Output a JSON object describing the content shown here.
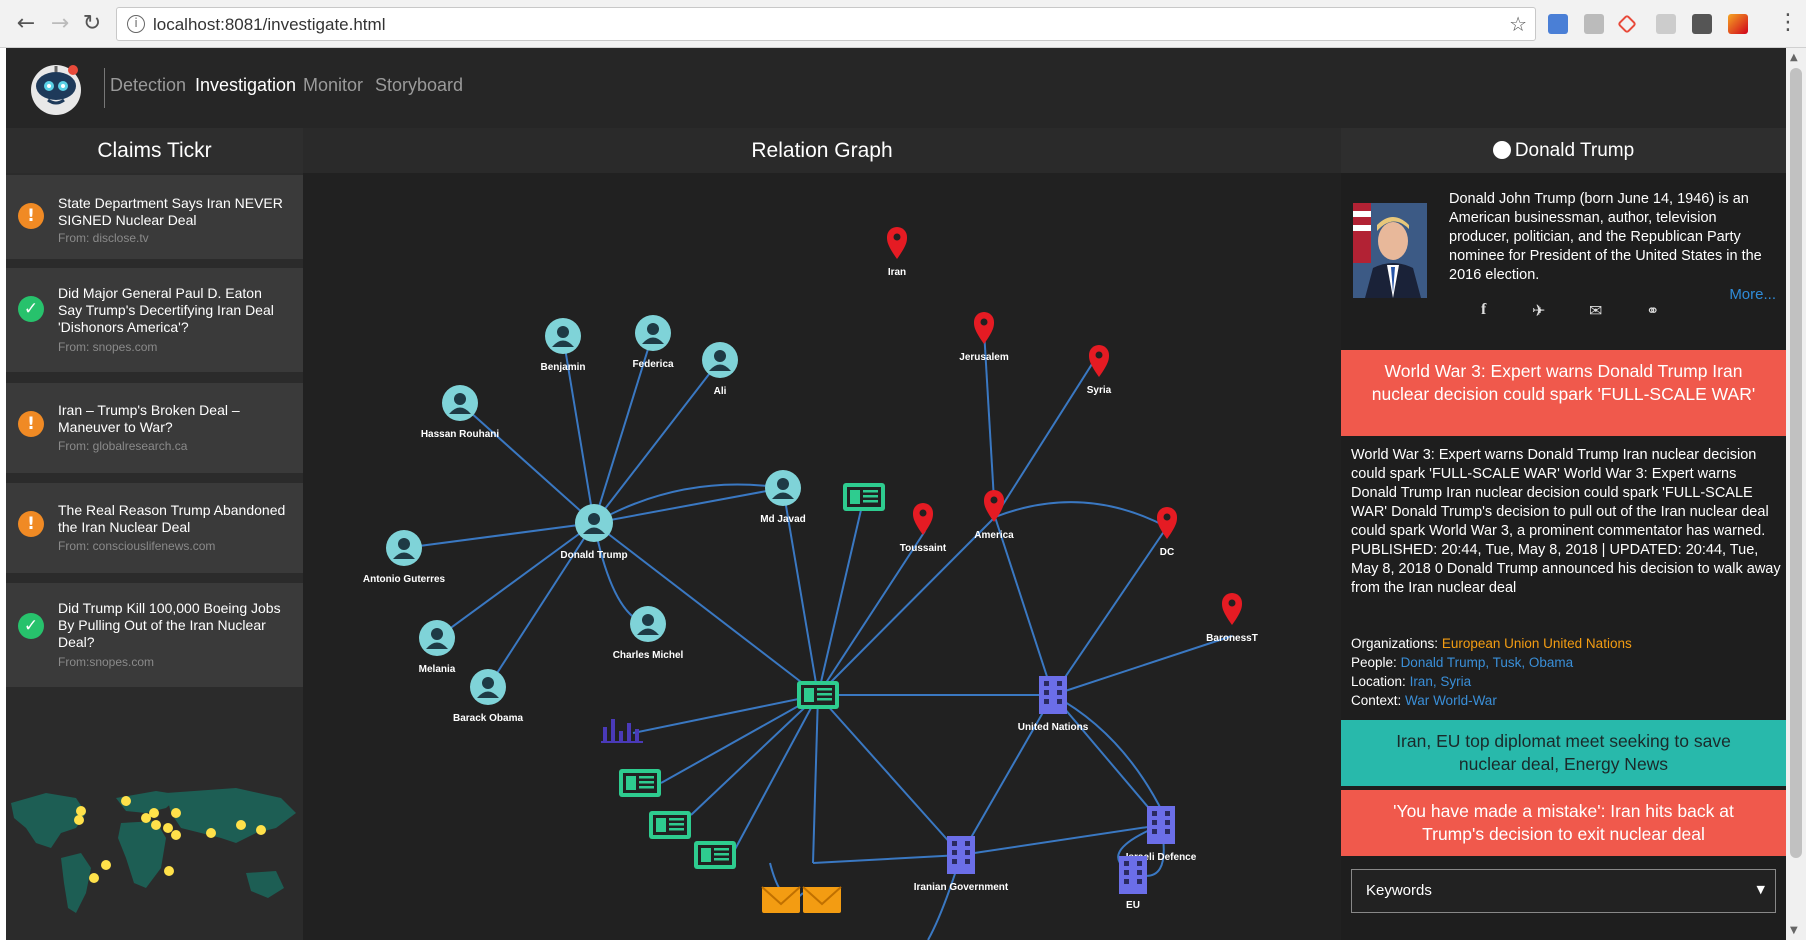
{
  "browser": {
    "url": "localhost:8081/investigate.html",
    "back_icon": "back-arrow-icon",
    "forward_icon": "forward-arrow-icon",
    "reload_icon": "reload-icon",
    "bookmark_icon": "star-icon"
  },
  "nav": {
    "items": [
      {
        "label": "Detection",
        "active": false
      },
      {
        "label": "Investigation",
        "active": true
      },
      {
        "label": "Monitor",
        "active": false
      },
      {
        "label": "Storyboard",
        "active": false
      }
    ]
  },
  "claims": {
    "title": "Claims Tickr",
    "items": [
      {
        "title": "State Department Says Iran NEVER SIGNED Nuclear Deal",
        "source": "From: disclose.tv",
        "status": "warning"
      },
      {
        "title": "Did Major General Paul D. Eaton Say Trump's Decertifying Iran Deal 'Dishonors America'?",
        "source": "From: snopes.com",
        "status": "verified"
      },
      {
        "title": "Iran – Trump's Broken Deal – Maneuver to War?",
        "source": "From: globalresearch.ca",
        "status": "warning"
      },
      {
        "title": "The Real Reason Trump Abandoned the Iran Nuclear Deal",
        "source": "From: consciouslifenews.com",
        "status": "warning"
      },
      {
        "title": "Did Trump Kill 100,000 Boeing Jobs By Pulling Out of the Iran Nuclear Deal?",
        "source": "From:snopes.com",
        "status": "verified"
      }
    ]
  },
  "graph": {
    "title": "Relation Graph",
    "people": [
      "Benjamin",
      "Federica",
      "Ali",
      "Hassan Rouhani",
      "Md Javad",
      "Donald Trump",
      "Antonio Guterres",
      "Charles Michel",
      "Melania",
      "Barack Obama"
    ],
    "locations": [
      "Iran",
      "Jerusalem",
      "Syria",
      "Toussaint",
      "America",
      "DC",
      "BaronessT"
    ],
    "organizations": [
      "United Nations",
      "Iranian Government",
      "Israeli Defence",
      "EU"
    ]
  },
  "profile": {
    "name": "Donald Trump",
    "bio": "Donald John Trump (born June 14, 1946) is an American businessman, author, television producer, politician, and the Republican Party nominee for President of the United States in the 2016 election.",
    "more": "More...",
    "social_icons": [
      "facebook-icon",
      "twitter-icon",
      "mail-icon",
      "link-icon"
    ]
  },
  "articles": {
    "headline_1": "World War 3: Expert warns Donald Trump Iran nuclear decision could spark 'FULL-SCALE WAR'",
    "body_1": "World War 3: Expert warns Donald Trump Iran nuclear decision could spark 'FULL-SCALE WAR' World War 3: Expert warns Donald Trump Iran nuclear decision could spark 'FULL-SCALE WAR' Donald Trump's decision to pull out of the Iran nuclear deal could spark World War 3, a prominent commentator has warned. PUBLISHED: 20:44, Tue, May 8, 2018 | UPDATED: 20:44, Tue, May 8, 2018 0 Donald Trump announced his decision to walk away from the Iran nuclear deal",
    "headline_2": "Iran, EU top diplomat meet seeking to save nuclear deal, Energy News",
    "headline_3": "'You have made a mistake': Iran hits back at Trump's decision to exit nuclear deal"
  },
  "entities": {
    "organizations_label": "Organizations:",
    "organizations": [
      "European Union",
      "United Nations"
    ],
    "people_label": "People:",
    "people": "Donald Trump, Tusk, Obama",
    "location_label": "Location:",
    "locations": "Iran, Syria",
    "context_label": "Context:",
    "contexts": [
      "War",
      "World-War"
    ]
  },
  "keywords": {
    "selected": "Keywords"
  },
  "colors": {
    "accent_red": "#f0594c",
    "accent_teal": "#28b9ab",
    "warning_orange": "#f08a24",
    "verified_green": "#27c26c",
    "edge_blue": "#3a78c2",
    "person_node": "#7fd3d8",
    "location_pin": "#e51b23",
    "news_green": "#2ecc8f",
    "org_purple": "#6b6ee8",
    "mail_orange": "#f39c12"
  }
}
